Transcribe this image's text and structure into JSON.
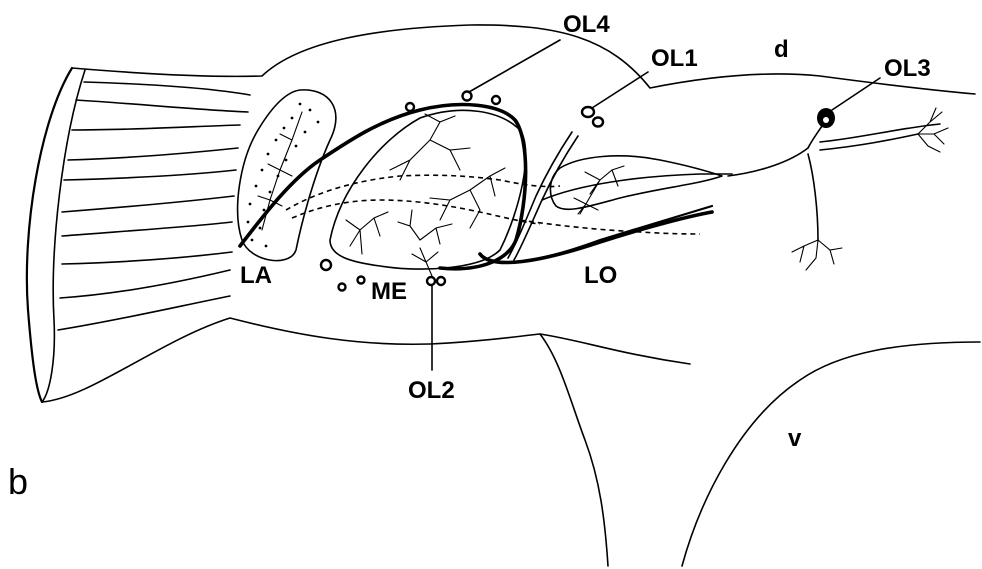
{
  "figure": {
    "panel_label": "b",
    "labels": {
      "ol1": "OL1",
      "ol2": "OL2",
      "ol3": "OL3",
      "ol4": "OL4",
      "la": "LA",
      "me": "ME",
      "lo": "LO",
      "d": "d",
      "v": "v"
    }
  }
}
